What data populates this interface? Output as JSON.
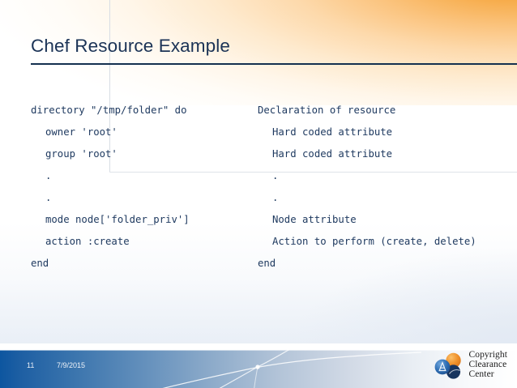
{
  "slide": {
    "title": "Chef Resource Example",
    "page_number": "11",
    "date": "7/9/2015",
    "colors": {
      "title_text": "#1b3356",
      "title_rule": "#14304f",
      "code_text": "#1f3a60",
      "accent_orange": "#f39b2b",
      "footer_blue": "#0d56a0",
      "logo_orange": "#ef8e2b",
      "logo_blue": "#2f6fb5",
      "logo_navy": "#17345e"
    }
  },
  "code": {
    "rows": [
      {
        "left": "directory \"/tmp/folder\" do",
        "left_indent": 0,
        "right": "Declaration of resource",
        "right_indent": 0
      },
      {
        "left": "owner 'root'",
        "left_indent": 1,
        "right": "Hard coded attribute",
        "right_indent": 1
      },
      {
        "left": "group 'root'",
        "left_indent": 1,
        "right": "Hard coded attribute",
        "right_indent": 1
      },
      {
        "left": ".",
        "left_indent": 1,
        "right": ".",
        "right_indent": 1
      },
      {
        "left": ".",
        "left_indent": 1,
        "right": ".",
        "right_indent": 1
      },
      {
        "left": "mode node['folder_priv']",
        "left_indent": 1,
        "right": "Node attribute",
        "right_indent": 1
      },
      {
        "left": "action :create",
        "left_indent": 1,
        "right": "Action to perform (create, delete)",
        "right_indent": 1
      },
      {
        "left": "end",
        "left_indent": 0,
        "right": "end",
        "right_indent": 0
      }
    ]
  },
  "logo": {
    "line1": "Copyright",
    "line2": "Clearance",
    "line3": "Center"
  }
}
